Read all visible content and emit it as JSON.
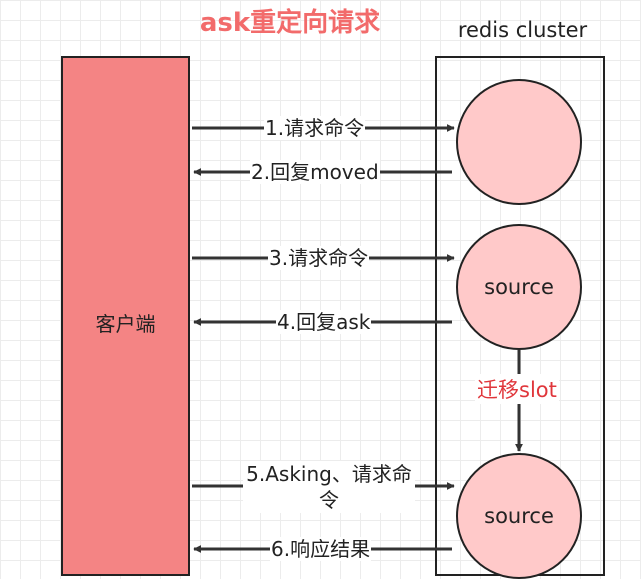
{
  "title": "ask重定向请求",
  "cluster": {
    "label": "redis cluster"
  },
  "client": {
    "label": "客户端"
  },
  "nodes": [
    {
      "label": ""
    },
    {
      "label": "source"
    },
    {
      "label": "source"
    }
  ],
  "messages": [
    "1.请求命令",
    "2.回复moved",
    "3.请求命令",
    "4.回复ask",
    "5.Asking、请求命令",
    "6.响应结果"
  ],
  "migrate_label": "迁移slot",
  "colors": {
    "title": "#f26b6b",
    "client_fill": "#f48484",
    "node_fill": "#ffc9c9",
    "migrate_text": "#e0363b",
    "line": "#333333"
  }
}
